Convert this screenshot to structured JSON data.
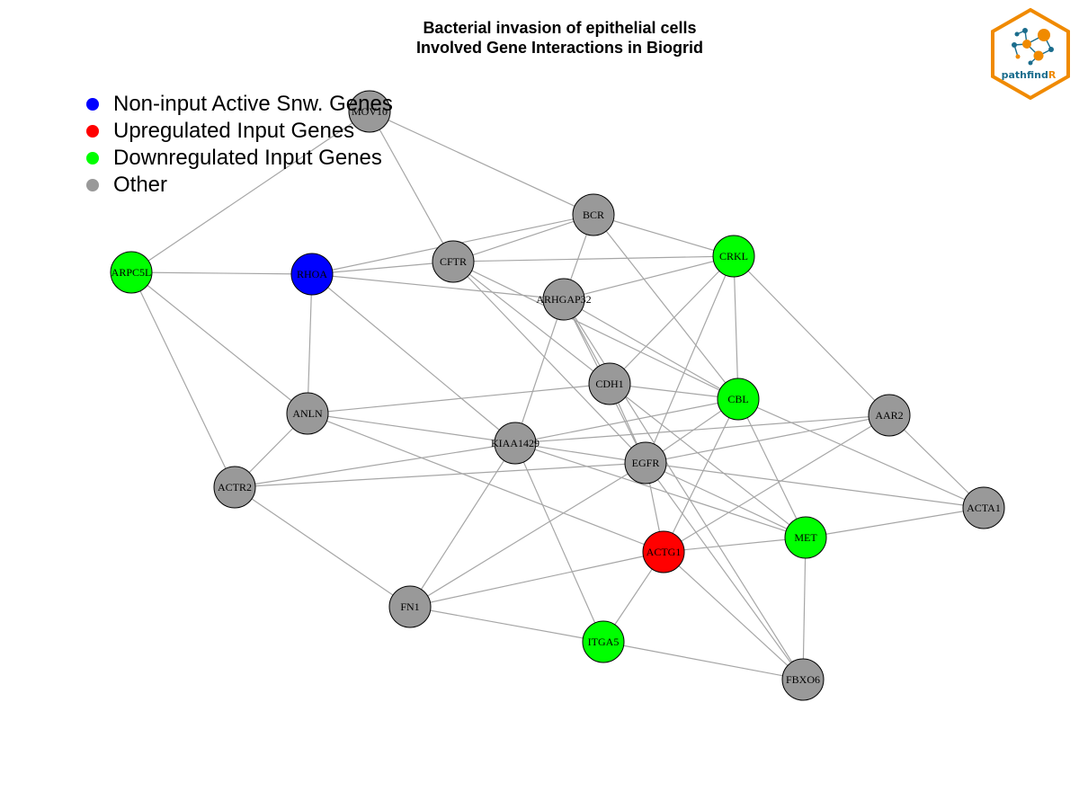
{
  "title": {
    "line1": "Bacterial invasion of epithelial cells",
    "line2": "Involved Gene Interactions in Biogrid"
  },
  "legend": [
    {
      "label": "Non-input Active Snw. Genes",
      "color": "#0000ff"
    },
    {
      "label": "Upregulated Input Genes",
      "color": "#ff0000"
    },
    {
      "label": "Downregulated Input Genes",
      "color": "#00ff00"
    },
    {
      "label": "Other",
      "color": "#999999"
    }
  ],
  "logo": {
    "text_main": "pathfind",
    "text_accent": "R"
  },
  "colors": {
    "nonInput": "#0000ff",
    "up": "#ff0000",
    "down": "#00ff00",
    "other": "#999999",
    "edge": "#a6a6a6",
    "logo_orange": "#f08a00",
    "logo_blue": "#1b6d8d"
  },
  "nodes": [
    {
      "id": "MOV10",
      "type": "other"
    },
    {
      "id": "BCR",
      "type": "other"
    },
    {
      "id": "CRKL",
      "type": "down"
    },
    {
      "id": "ARPC5L",
      "type": "down"
    },
    {
      "id": "RHOA",
      "type": "nonInput"
    },
    {
      "id": "CFTR",
      "type": "other"
    },
    {
      "id": "ARHGAP32",
      "type": "other"
    },
    {
      "id": "CDH1",
      "type": "other"
    },
    {
      "id": "CBL",
      "type": "down"
    },
    {
      "id": "AAR2",
      "type": "other"
    },
    {
      "id": "ANLN",
      "type": "other"
    },
    {
      "id": "KIAA1429",
      "type": "other"
    },
    {
      "id": "EGFR",
      "type": "other"
    },
    {
      "id": "ACTR2",
      "type": "other"
    },
    {
      "id": "ACTA1",
      "type": "other"
    },
    {
      "id": "MET",
      "type": "down"
    },
    {
      "id": "ACTG1",
      "type": "up"
    },
    {
      "id": "FN1",
      "type": "other"
    },
    {
      "id": "ITGA5",
      "type": "down"
    },
    {
      "id": "FBXO6",
      "type": "other"
    }
  ],
  "edges": [
    [
      "MOV10",
      "BCR"
    ],
    [
      "MOV10",
      "ARPC5L"
    ],
    [
      "MOV10",
      "CFTR"
    ],
    [
      "BCR",
      "CRKL"
    ],
    [
      "BCR",
      "RHOA"
    ],
    [
      "BCR",
      "CFTR"
    ],
    [
      "BCR",
      "ARHGAP32"
    ],
    [
      "BCR",
      "CBL"
    ],
    [
      "CRKL",
      "CFTR"
    ],
    [
      "CRKL",
      "ARHGAP32"
    ],
    [
      "CRKL",
      "CBL"
    ],
    [
      "CRKL",
      "AAR2"
    ],
    [
      "CRKL",
      "CDH1"
    ],
    [
      "CRKL",
      "EGFR"
    ],
    [
      "ARPC5L",
      "RHOA"
    ],
    [
      "ARPC5L",
      "ANLN"
    ],
    [
      "ARPC5L",
      "ACTR2"
    ],
    [
      "RHOA",
      "CFTR"
    ],
    [
      "RHOA",
      "ARHGAP32"
    ],
    [
      "RHOA",
      "ANLN"
    ],
    [
      "RHOA",
      "KIAA1429"
    ],
    [
      "CFTR",
      "CDH1"
    ],
    [
      "CFTR",
      "EGFR"
    ],
    [
      "CFTR",
      "CBL"
    ],
    [
      "ARHGAP32",
      "CBL"
    ],
    [
      "ARHGAP32",
      "CDH1"
    ],
    [
      "ARHGAP32",
      "EGFR"
    ],
    [
      "ARHGAP32",
      "KIAA1429"
    ],
    [
      "ARHGAP32",
      "FBXO6"
    ],
    [
      "CDH1",
      "CBL"
    ],
    [
      "CDH1",
      "ANLN"
    ],
    [
      "CDH1",
      "EGFR"
    ],
    [
      "CDH1",
      "MET"
    ],
    [
      "CBL",
      "KIAA1429"
    ],
    [
      "CBL",
      "EGFR"
    ],
    [
      "CBL",
      "MET"
    ],
    [
      "CBL",
      "ACTA1"
    ],
    [
      "CBL",
      "ACTG1"
    ],
    [
      "AAR2",
      "KIAA1429"
    ],
    [
      "AAR2",
      "EGFR"
    ],
    [
      "AAR2",
      "ACTA1"
    ],
    [
      "AAR2",
      "ACTG1"
    ],
    [
      "ANLN",
      "KIAA1429"
    ],
    [
      "ANLN",
      "ACTR2"
    ],
    [
      "ANLN",
      "ACTG1"
    ],
    [
      "KIAA1429",
      "EGFR"
    ],
    [
      "KIAA1429",
      "ACTR2"
    ],
    [
      "KIAA1429",
      "FN1"
    ],
    [
      "KIAA1429",
      "ITGA5"
    ],
    [
      "KIAA1429",
      "MET"
    ],
    [
      "EGFR",
      "ACTR2"
    ],
    [
      "EGFR",
      "ACTA1"
    ],
    [
      "EGFR",
      "MET"
    ],
    [
      "EGFR",
      "FN1"
    ],
    [
      "EGFR",
      "ACTG1"
    ],
    [
      "EGFR",
      "FBXO6"
    ],
    [
      "ACTR2",
      "FN1"
    ],
    [
      "MET",
      "ACTA1"
    ],
    [
      "MET",
      "ACTG1"
    ],
    [
      "MET",
      "FBXO6"
    ],
    [
      "ACTG1",
      "FN1"
    ],
    [
      "ACTG1",
      "ITGA5"
    ],
    [
      "ACTG1",
      "FBXO6"
    ],
    [
      "FN1",
      "ITGA5"
    ],
    [
      "ITGA5",
      "FBXO6"
    ]
  ]
}
